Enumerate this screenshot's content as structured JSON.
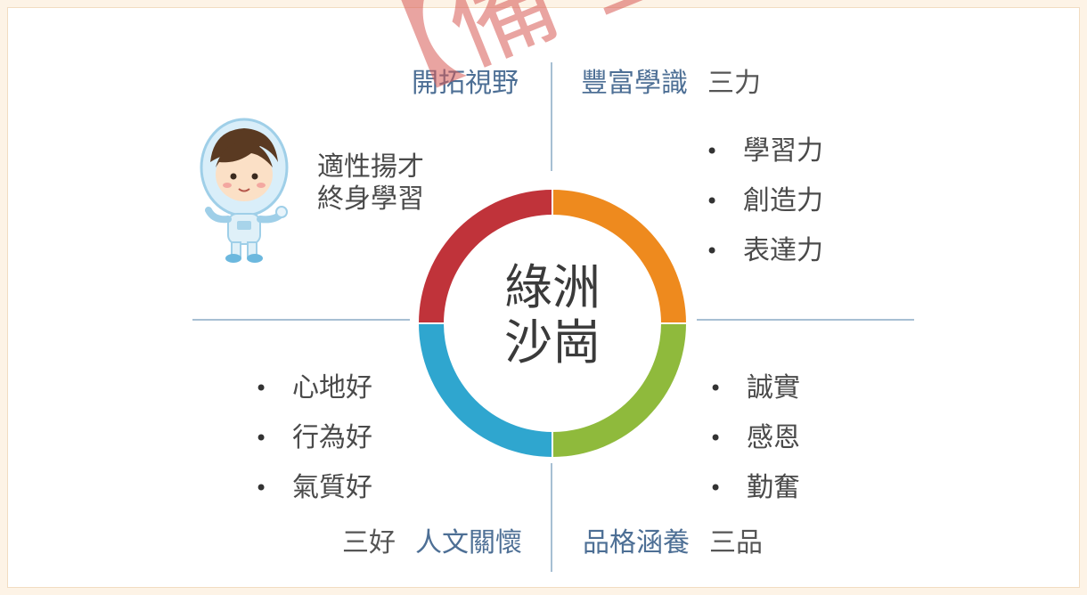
{
  "center": {
    "line1": "綠洲",
    "line2": "沙崗"
  },
  "quadrants": {
    "top_left": {
      "heading": "開拓視野",
      "text_lines": [
        "適性揚才",
        "終身學習"
      ]
    },
    "top_right": {
      "heading": "豐富學識",
      "suffix": "三力",
      "items": [
        "學習力",
        "創造力",
        "表達力"
      ]
    },
    "bottom_left": {
      "prefix": "三好",
      "heading": "人文關懷",
      "items": [
        "心地好",
        "行為好",
        "氣質好"
      ]
    },
    "bottom_right": {
      "heading": "品格涵養",
      "suffix": "三品",
      "items": [
        "誠實",
        "感恩",
        "勤奮"
      ]
    }
  },
  "watermark": "【備 查 版",
  "colors": {
    "ring_top_left": "#c0333a",
    "ring_top_right": "#ee8a1e",
    "ring_bottom_right": "#8fba3c",
    "ring_bottom_left": "#2fa6cf",
    "heading_blue": "#4d6f95",
    "divider": "#a7bfd3"
  },
  "icons": {
    "illustration": "astronaut-girl-icon"
  }
}
